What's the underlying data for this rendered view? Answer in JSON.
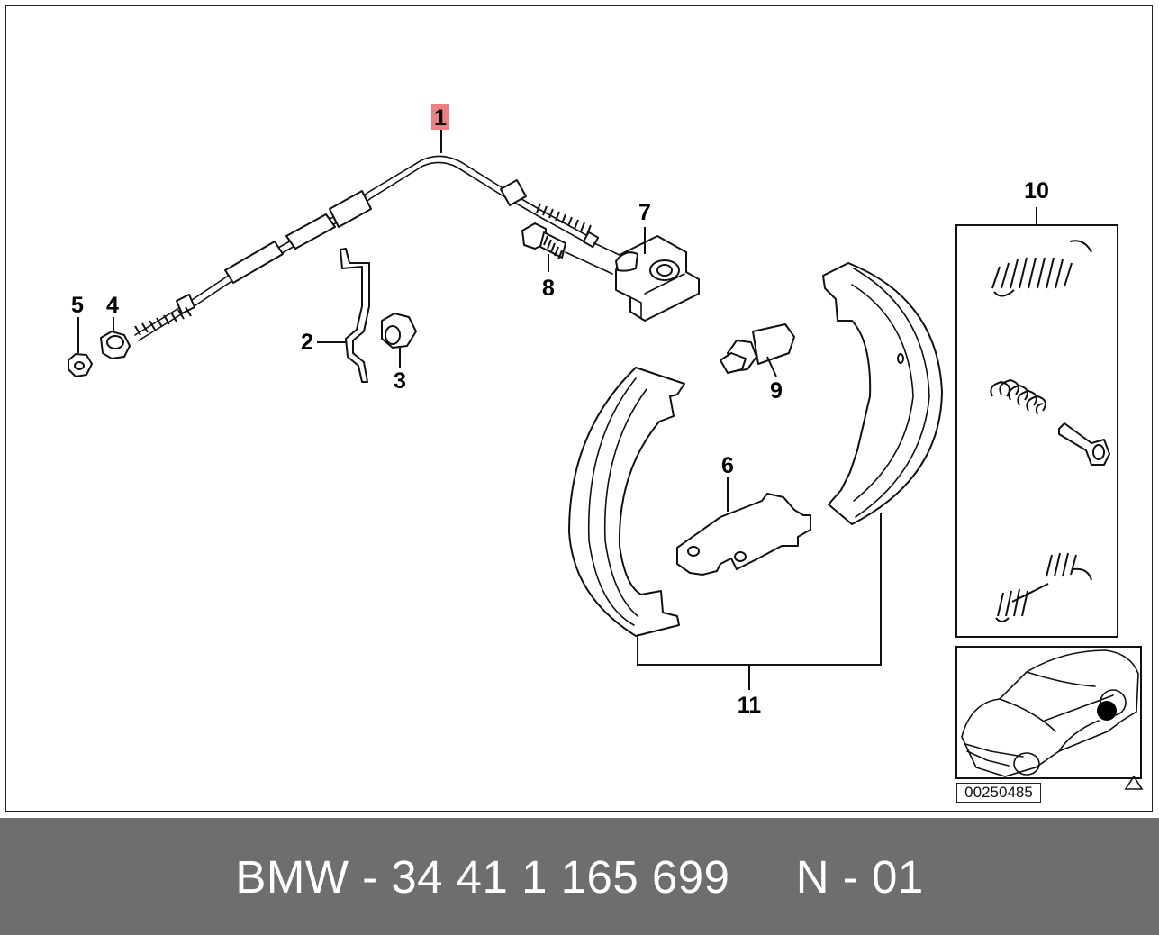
{
  "diagram": {
    "callouts": [
      {
        "id": "1",
        "label": "1",
        "highlighted": true
      },
      {
        "id": "2",
        "label": "2"
      },
      {
        "id": "3",
        "label": "3"
      },
      {
        "id": "4",
        "label": "4"
      },
      {
        "id": "5",
        "label": "5"
      },
      {
        "id": "6",
        "label": "6"
      },
      {
        "id": "7",
        "label": "7"
      },
      {
        "id": "8",
        "label": "8"
      },
      {
        "id": "9",
        "label": "9"
      },
      {
        "id": "10",
        "label": "10"
      },
      {
        "id": "11",
        "label": "11"
      }
    ],
    "diagram_id": "00250485",
    "highlight_color": "#f08080",
    "locator_marker_color": "#000000"
  },
  "footer": {
    "text": "BMW - 34 41 1 165 699     N - 01",
    "background_color": "#6e6e6e"
  }
}
